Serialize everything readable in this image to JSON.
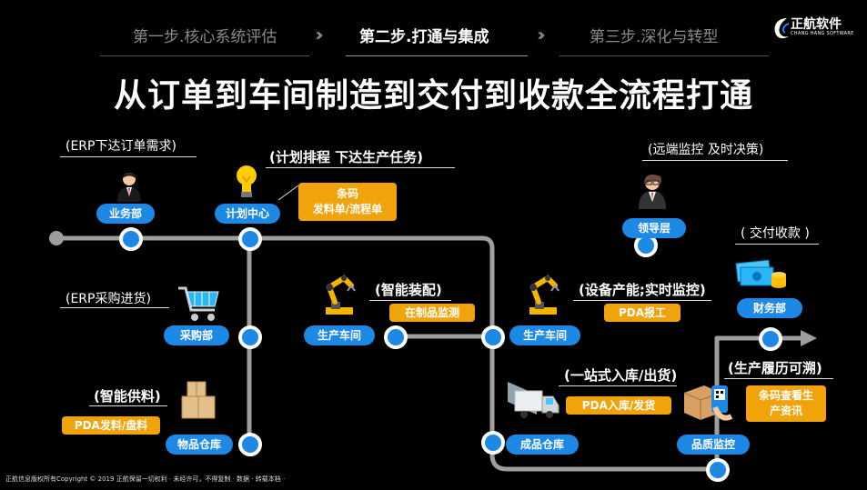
{
  "header": {
    "steps": [
      "第一步.核心系统评估",
      "第二步.打通与集成",
      "第三步.深化与转型"
    ],
    "chevron": "›› ",
    "title": "从订单到车间制造到交付到收款全流程打通"
  },
  "logo": {
    "name": "正航软件",
    "sub": "CHANG HANG SOFTWARE",
    "icon": "ch-swoosh-icon"
  },
  "notes": {
    "erp_order": "(ERP下达订单需求)",
    "plan": "(计划排程 下达生产任务)",
    "erp_purchase": "(ERP采购进货)",
    "supply": "(智能供料)",
    "assembly": "(智能装配)",
    "monitor": "(设备产能;实时监控)",
    "remote": "(远端监控 及时决策)",
    "delivery": "( 交付收款 )",
    "warehouse": "(一站式入库/出货)",
    "trace": "(生产履历可溯)"
  },
  "depts": {
    "business": "业务部",
    "planning": "计划中心",
    "purchasing": "采购部",
    "material_wh": "物品仓库",
    "workshop1": "生产车间",
    "workshop2": "生产车间",
    "leader": "领导层",
    "finance": "财务部",
    "product_wh": "成品仓库",
    "qc": "品质监控"
  },
  "tags": {
    "barcode_line1": "条码",
    "barcode_line2": "发料单/流程单",
    "wip": "在制品监测",
    "pda_report": "PDA报工",
    "pda_issue": "PDA发料/盘料",
    "pda_in": "PDA入库/发货",
    "trace_line1": "条码查看生",
    "trace_line2": "产资讯"
  },
  "colors": {
    "accent": "#1e88e5",
    "tag": "#f0a30a",
    "line": "#9e9e9e",
    "background": "#000000"
  },
  "footer": "正航信息版权所有Copyright © 2019 正航保留一切权利 · 未经许可，不得复制 · 数据 · 转载本档 ·"
}
